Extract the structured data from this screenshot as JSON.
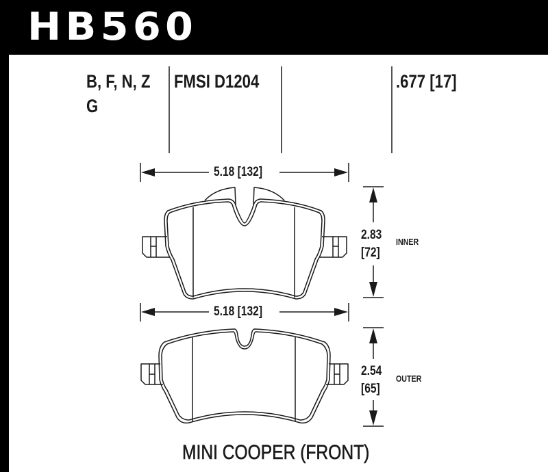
{
  "header": {
    "part_number": "HB560",
    "background": "#000000",
    "text_color": "#ffffff"
  },
  "spec_row": {
    "compounds_line1": "B, F, N, Z",
    "compounds_line2": "G",
    "fmsi": "FMSI D1204",
    "thickness": ".677 [17]"
  },
  "inner_pad": {
    "width_label": "5.18 [132]",
    "height_in": "2.83",
    "height_mm": "[72]",
    "position_label": "INNER"
  },
  "outer_pad": {
    "width_label": "5.18 [132]",
    "height_in": "2.54",
    "height_mm": "[65]",
    "position_label": "OUTER"
  },
  "footer": {
    "application": "MINI COOPER (FRONT)"
  },
  "colors": {
    "line": "#1a1a1a",
    "sheet": "#ffffff"
  }
}
